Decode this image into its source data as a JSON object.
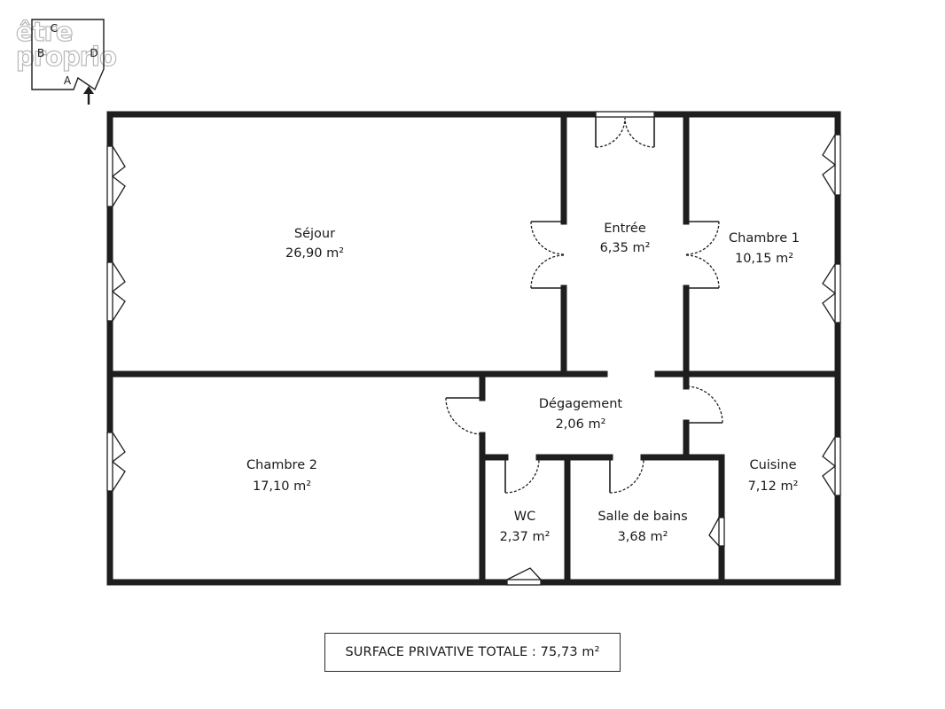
{
  "watermark": {
    "line1": "être",
    "line2": "proprio"
  },
  "compass": {
    "top": "C",
    "left": "B",
    "right": "D",
    "bottom": "A",
    "arrow_icon": "arrow-up-icon"
  },
  "rooms": [
    {
      "id": "sejour",
      "name": "Séjour",
      "area": "26,90 m²"
    },
    {
      "id": "entree",
      "name": "Entrée",
      "area": "6,35 m²"
    },
    {
      "id": "chambre1",
      "name": "Chambre 1",
      "area": "10,15 m²"
    },
    {
      "id": "degagement",
      "name": "Dégagement",
      "area": "2,06 m²"
    },
    {
      "id": "chambre2",
      "name": "Chambre 2",
      "area": "17,10 m²"
    },
    {
      "id": "cuisine",
      "name": "Cuisine",
      "area": "7,12 m²"
    },
    {
      "id": "wc",
      "name": "WC",
      "area": "2,37 m²"
    },
    {
      "id": "salle_de_bains",
      "name": "Salle de bains",
      "area": "3,68 m²"
    }
  ],
  "total": {
    "label": "SURFACE PRIVATIVE TOTALE : 75,73 m²"
  },
  "colors": {
    "wall": "#1e1e1e",
    "background": "#ffffff",
    "watermark_stroke": "#b8b8b8"
  }
}
